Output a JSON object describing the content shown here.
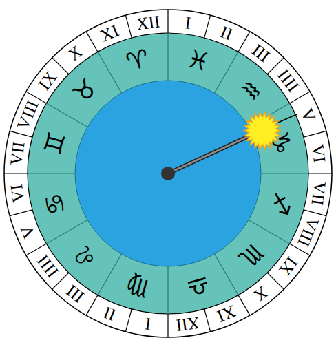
{
  "diagram": {
    "labels": [
      "I",
      "II",
      "III",
      "IIII",
      "V",
      "VI",
      "VII",
      "VIII",
      "IX",
      "X",
      "XI",
      "XII",
      "I",
      "II",
      "III",
      "IIII",
      "V",
      "VI",
      "VII",
      "VIII",
      "IX",
      "X",
      "XI",
      "XII",
      "♓",
      "♒",
      "♑",
      "♐",
      "♏",
      "♎",
      "♍",
      "♌",
      "♋",
      "♊",
      "♉",
      "♈"
    ]
  }
}
